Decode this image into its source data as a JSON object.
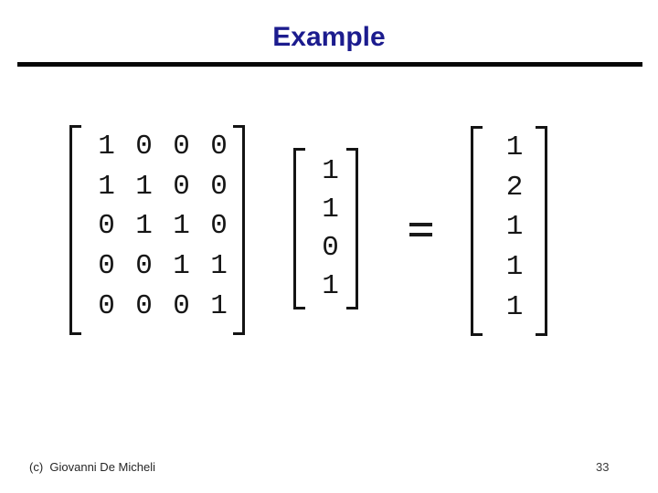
{
  "title": "Example",
  "equation": {
    "matrix_a": {
      "rows": 5,
      "cols": 4,
      "values": [
        [
          1,
          0,
          0,
          0
        ],
        [
          1,
          1,
          0,
          0
        ],
        [
          0,
          1,
          1,
          0
        ],
        [
          0,
          0,
          1,
          1
        ],
        [
          0,
          0,
          0,
          1
        ]
      ]
    },
    "vector_b": {
      "rows": 4,
      "cols": 1,
      "values": [
        1,
        1,
        0,
        1
      ]
    },
    "equals_sign": "=",
    "vector_c": {
      "rows": 5,
      "cols": 1,
      "values": [
        1,
        2,
        1,
        1,
        1
      ]
    }
  },
  "footer": {
    "copyright": "(c)  Giovanni De Micheli",
    "page_number": "33"
  },
  "colors": {
    "title_text": "#1c1c8e",
    "rule": "#060606",
    "matrix_ink": "#161616",
    "footer_ink": "#262626"
  }
}
